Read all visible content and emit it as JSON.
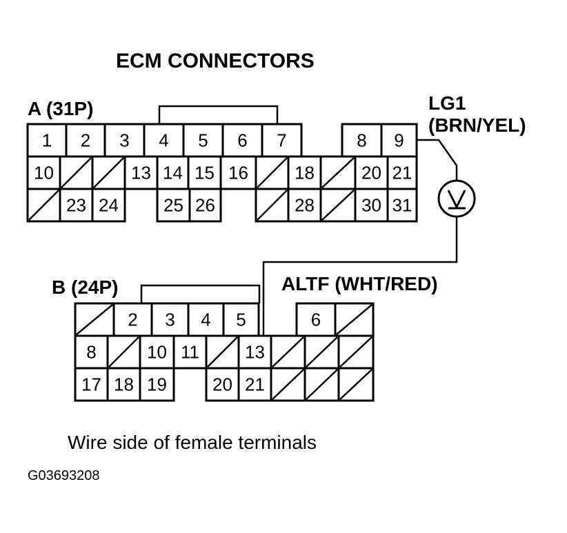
{
  "title": "ECM CONNECTORS",
  "connector_a": {
    "label": "A (31P)",
    "pins": [
      "1",
      "2",
      "3",
      "4",
      "5",
      "6",
      "7",
      "8",
      "9",
      "10",
      "13",
      "14",
      "15",
      "16",
      "18",
      "20",
      "21",
      "23",
      "24",
      "25",
      "26",
      "28",
      "30",
      "31"
    ]
  },
  "connector_b": {
    "label": "B (24P)",
    "pins": [
      "2",
      "3",
      "4",
      "5",
      "6",
      "8",
      "10",
      "11",
      "13",
      "17",
      "18",
      "19",
      "20",
      "21"
    ]
  },
  "lg1_label": "LG1",
  "lg1_wire": "(BRN/YEL)",
  "altf_label": "ALTF (WHT/RED)",
  "caption": "Wire side of female terminals",
  "figure_code": "G03693208",
  "meter_symbol": "voltmeter-icon"
}
